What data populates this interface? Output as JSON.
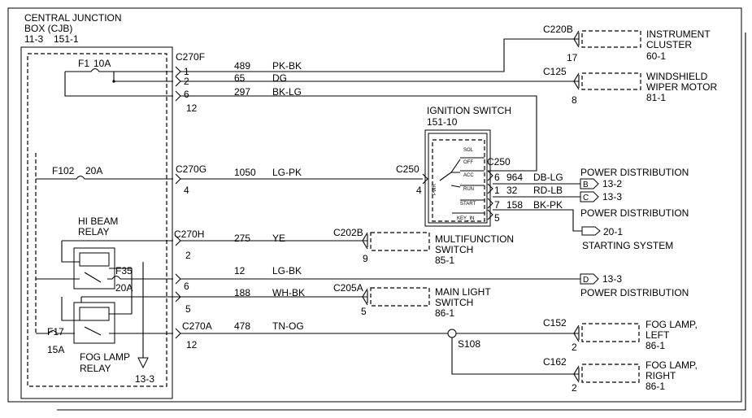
{
  "cjb": {
    "title1": "CENTRAL JUNCTION",
    "title2": "BOX (CJB)",
    "ref1": "11-3",
    "ref2": "151-1",
    "fuses": [
      {
        "name": "F1",
        "rating": "10A"
      },
      {
        "name": "F102",
        "rating": "20A"
      },
      {
        "name": "F35",
        "rating": "20A"
      },
      {
        "name": "F17",
        "rating": "15A"
      }
    ],
    "hi_beam_relay": [
      "HI BEAM",
      "RELAY"
    ],
    "fog_lamp_relay": [
      "FOG LAMP",
      "RELAY"
    ],
    "ground_ref": "13-3"
  },
  "connectors": {
    "c270f": {
      "name": "C270F",
      "pins": [
        "1",
        "2",
        "6",
        "12"
      ]
    },
    "c270g": {
      "name": "C270G",
      "pin": "4"
    },
    "c270h": {
      "name": "C270H",
      "pins": [
        "2",
        "6",
        "5"
      ]
    },
    "c270a": {
      "name": "C270A",
      "pin": "12"
    }
  },
  "wires": [
    {
      "circuit": "489",
      "color": "PK-BK"
    },
    {
      "circuit": "65",
      "color": "DG"
    },
    {
      "circuit": "297",
      "color": "BK-LG"
    },
    {
      "circuit": "1050",
      "color": "LG-PK"
    },
    {
      "circuit": "275",
      "color": "YE"
    },
    {
      "circuit": "12",
      "color": "LG-BK"
    },
    {
      "circuit": "188",
      "color": "WH-BK"
    },
    {
      "circuit": "478",
      "color": "TN-OG"
    },
    {
      "circuit": "964",
      "color": "DB-LG"
    },
    {
      "circuit": "32",
      "color": "RD-LB"
    },
    {
      "circuit": "158",
      "color": "BK-PK"
    }
  ],
  "ignition_switch": {
    "title": "IGNITION SWITCH",
    "ref": "151-10",
    "positions": [
      "SOL",
      "OFF",
      "ACC",
      "RUN",
      "START",
      "KEY_IN"
    ],
    "pwr": "PWR",
    "conn_in": "C250",
    "conn_in_pin": "4",
    "conn_out": "C250",
    "out_pins": [
      "6",
      "1",
      "7",
      "5"
    ]
  },
  "components": {
    "instrument_cluster": {
      "conn": "C220B",
      "pin": "17",
      "name1": "INSTRUMENT",
      "name2": "CLUSTER",
      "ref": "60-1"
    },
    "wiper_motor": {
      "conn": "C125",
      "pin": "8",
      "name1": "WINDSHIELD",
      "name2": "WIPER MOTOR",
      "ref": "81-1"
    },
    "multifunction_switch": {
      "conn": "C202B",
      "pin": "9",
      "name1": "MULTIFUNCTION",
      "name2": "SWITCH",
      "ref": "85-1"
    },
    "main_light_switch": {
      "conn": "C205A",
      "pin": "5",
      "name1": "MAIN LIGHT",
      "name2": "SWITCH",
      "ref": "86-1"
    },
    "fog_lamp_left": {
      "conn": "C152",
      "pin": "2",
      "name1": "FOG LAMP,",
      "name2": "LEFT",
      "ref": "86-1"
    },
    "fog_lamp_right": {
      "conn": "C162",
      "pin": "2",
      "name1": "FOG LAMP,",
      "name2": "RIGHT",
      "ref": "86-1"
    }
  },
  "offpage": {
    "power_dist_label": "POWER DISTRIBUTION",
    "b_letter": "B",
    "b_ref": "13-2",
    "c_letter": "C",
    "c_ref": "13-3",
    "start_ref": "20-1",
    "starting_label": "STARTING SYSTEM",
    "d_letter": "D",
    "d_ref": "13-3"
  },
  "splice": "S108"
}
